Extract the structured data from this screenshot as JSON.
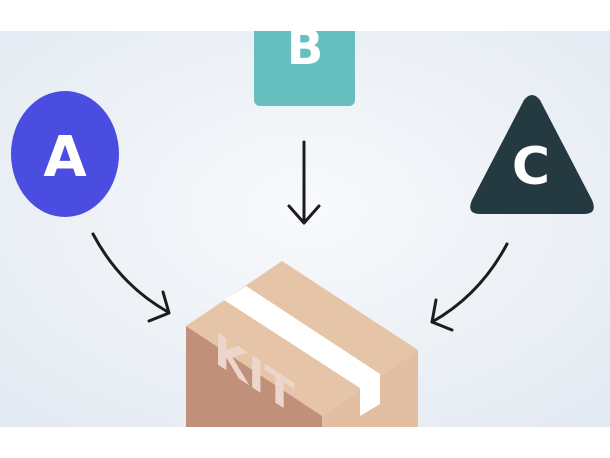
{
  "nodes": {
    "a": {
      "label": "A",
      "shape": "circle",
      "color": "#4a4de0"
    },
    "b": {
      "label": "B",
      "shape": "square",
      "color": "#66bfbf"
    },
    "c": {
      "label": "C",
      "shape": "triangle",
      "color": "#243a40"
    }
  },
  "box": {
    "label": "KIT",
    "top_color": "#e6c4a7",
    "front_color": "#c1907a",
    "side_color": "#e2bfa2",
    "tape_color": "#ffffff"
  },
  "background": "#eef2f7",
  "arrow_color": "#1c1c1c"
}
